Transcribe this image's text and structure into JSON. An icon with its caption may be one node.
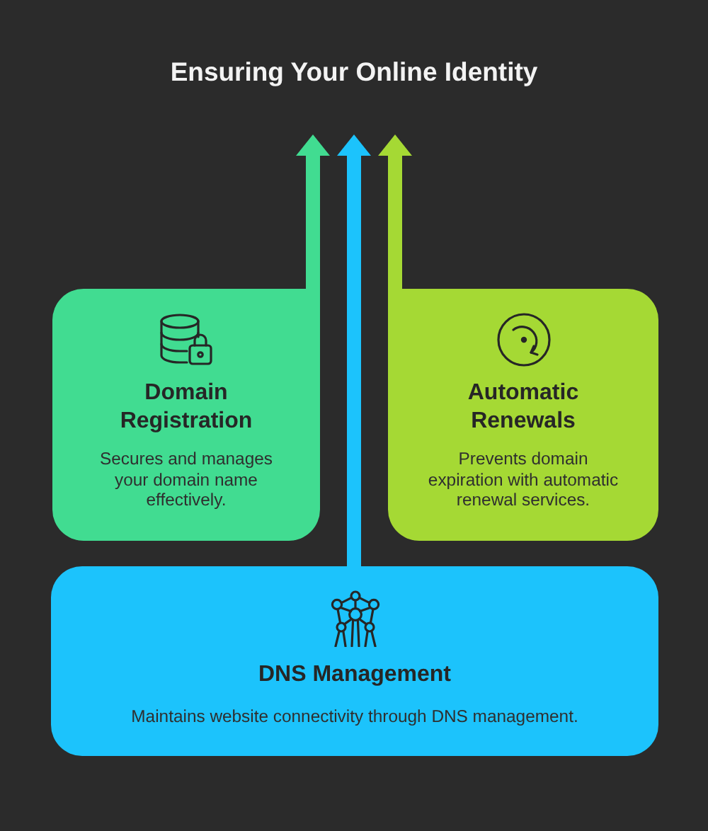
{
  "diagram": {
    "title": "Ensuring Your Online Identity",
    "nodes": [
      {
        "text": [
          "Domain Registration",
          "Secures and manages your domain name effectively."
        ]
      },
      {
        "text": [
          "Automatic Renewals",
          "Prevents domain expiration with automatic renewal services."
        ]
      },
      {
        "text": [
          "DNS Management",
          "Maintains website connectivity through DNS management."
        ]
      }
    ],
    "edges": [
      {
        "from": 0,
        "to": null,
        "arrow": "to",
        "color": "#41dc91"
      },
      {
        "from": 2,
        "to": null,
        "arrow": "to",
        "color": "#1cc3fc"
      },
      {
        "from": 1,
        "to": null,
        "arrow": "to",
        "color": "#a5d934"
      }
    ]
  }
}
